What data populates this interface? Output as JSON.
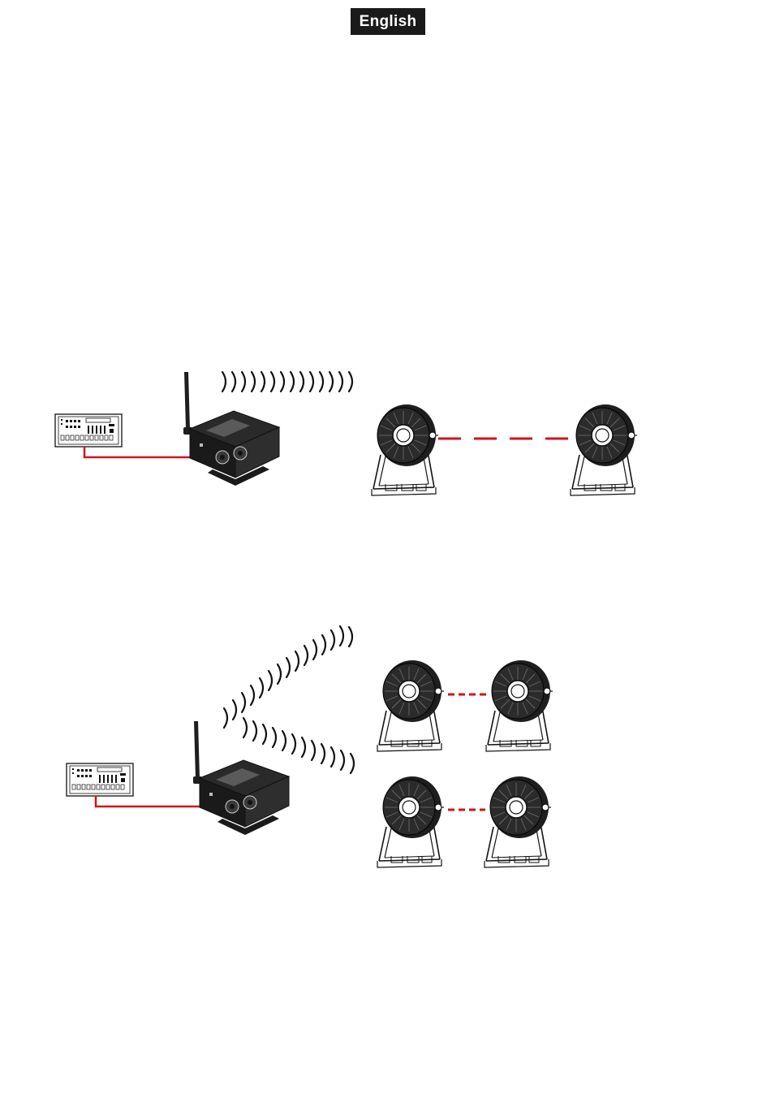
{
  "header": {
    "language_label": "English"
  },
  "colors": {
    "link_line": "#d0141c",
    "device": "#1e1e1e",
    "ink": "#111111",
    "badge_bg": "#1a1a1a"
  },
  "diagrams": [
    {
      "name": "single-receiver-setup",
      "components": [
        "controller-console-icon",
        "wireless-dmx-transmitter",
        "radio-waves-icon",
        "par-spot-fixture",
        "par-spot-fixture"
      ]
    },
    {
      "name": "multi-receiver-setup",
      "components": [
        "controller-console-icon",
        "wireless-dmx-transmitter",
        "radio-waves-icon",
        "par-spot-fixture",
        "par-spot-fixture",
        "par-spot-fixture",
        "par-spot-fixture"
      ]
    }
  ]
}
